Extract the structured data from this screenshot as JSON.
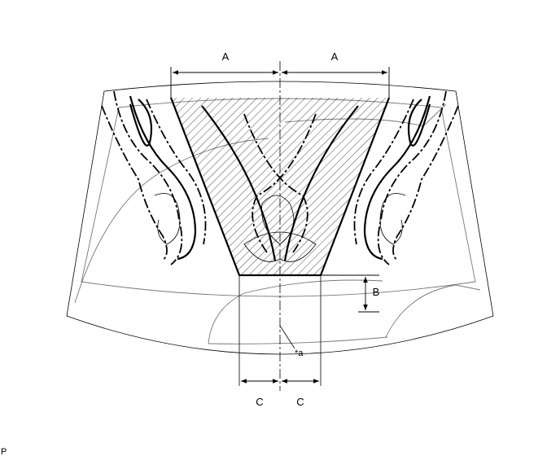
{
  "labels": {
    "dim_a_left": "A",
    "dim_a_right": "A",
    "dim_b": "B",
    "dim_c_left": "C",
    "dim_c_right": "C",
    "callout_a": "*a",
    "corner": "P"
  }
}
